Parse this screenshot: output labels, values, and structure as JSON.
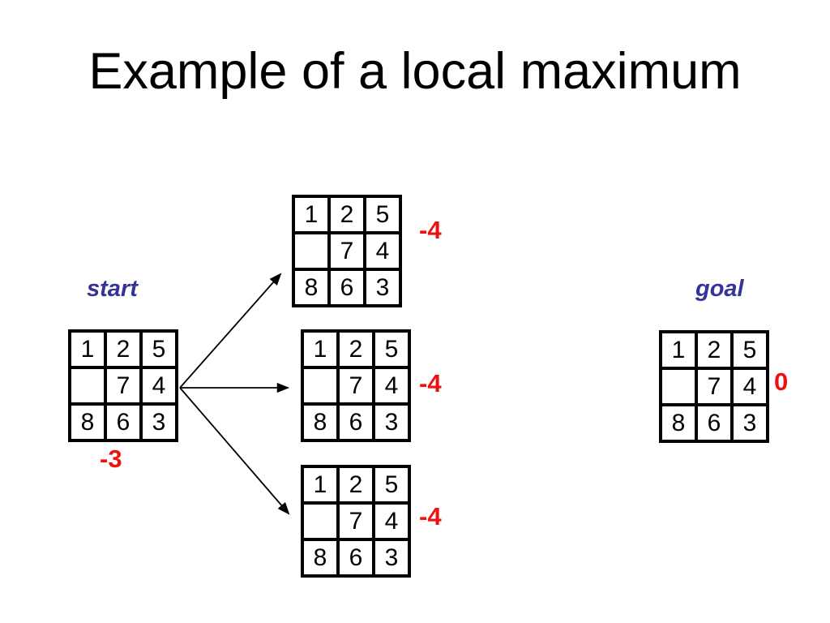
{
  "slide": {
    "title": "Example of a local maximum"
  },
  "colors": {
    "background": "#ffffff",
    "title_text": "#000000",
    "state_label_blue": "#333399",
    "score_red": "#ee1111",
    "grid_border": "#000000"
  },
  "start": {
    "label": "start",
    "score": "-3",
    "cells": [
      [
        "1",
        "2",
        "5"
      ],
      [
        "",
        "7",
        "4"
      ],
      [
        "8",
        "6",
        "3"
      ]
    ]
  },
  "successors": [
    {
      "score": "-4",
      "cells": [
        [
          "1",
          "2",
          "5"
        ],
        [
          "",
          "7",
          "4"
        ],
        [
          "8",
          "6",
          "3"
        ]
      ]
    },
    {
      "score": "-4",
      "cells": [
        [
          "1",
          "2",
          "5"
        ],
        [
          "",
          "7",
          "4"
        ],
        [
          "8",
          "6",
          "3"
        ]
      ]
    },
    {
      "score": "-4",
      "cells": [
        [
          "1",
          "2",
          "5"
        ],
        [
          "",
          "7",
          "4"
        ],
        [
          "8",
          "6",
          "3"
        ]
      ]
    }
  ],
  "goal": {
    "label": "goal",
    "score": "0",
    "cells": [
      [
        "1",
        "2",
        "5"
      ],
      [
        "",
        "7",
        "4"
      ],
      [
        "8",
        "6",
        "3"
      ]
    ]
  }
}
